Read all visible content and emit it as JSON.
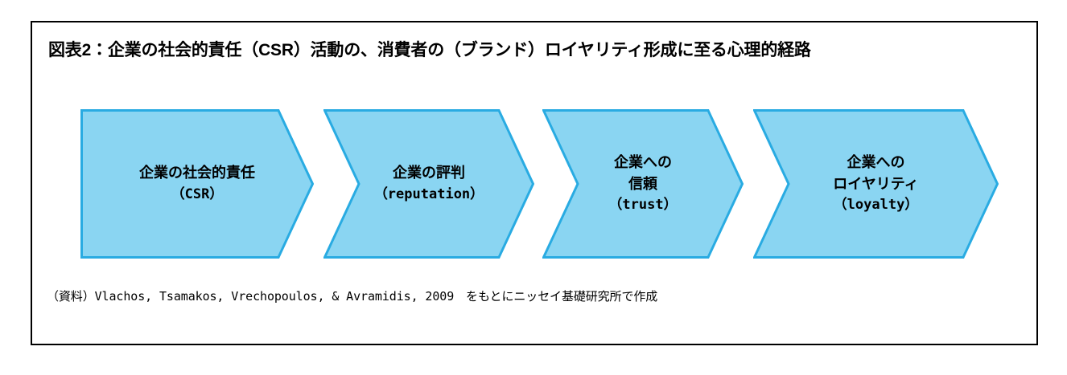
{
  "figure": {
    "title": "図表2：企業の社会的責任（CSR）活動の、消費者の（ブランド）ロイヤリティ形成に至る心理的経路",
    "source_prefix": "（資料）",
    "source_citation": "Vlachos, Tsamakos, Vrechopoulos, & Avramidis, 2009",
    "source_suffix": "　をもとにニッセイ基礎研究所で作成"
  },
  "colors": {
    "chevron_fill": "#8ad5f2",
    "chevron_border": "#29abe2",
    "frame_border": "#000000",
    "text": "#000000",
    "background": "#ffffff"
  },
  "chart_data": {
    "type": "diagram",
    "diagram_kind": "chevron-process-flow",
    "title": "図表2：企業の社会的責任（CSR）活動の、消費者の（ブランド）ロイヤリティ形成に至る心理的経路",
    "direction": "left-to-right",
    "stage_count": 4,
    "stages": [
      {
        "index": 1,
        "jp_lines": [
          "企業の社会的責任"
        ],
        "latin_line": "（CSR）",
        "term_en": "CSR"
      },
      {
        "index": 2,
        "jp_lines": [
          "企業の評判"
        ],
        "latin_line": "（reputation）",
        "term_en": "reputation"
      },
      {
        "index": 3,
        "jp_lines": [
          "企業への",
          "信頼"
        ],
        "latin_line": "（trust）",
        "term_en": "trust"
      },
      {
        "index": 4,
        "jp_lines": [
          "企業への",
          "ロイヤリティ"
        ],
        "latin_line": "（loyalty）",
        "term_en": "loyalty"
      }
    ]
  }
}
